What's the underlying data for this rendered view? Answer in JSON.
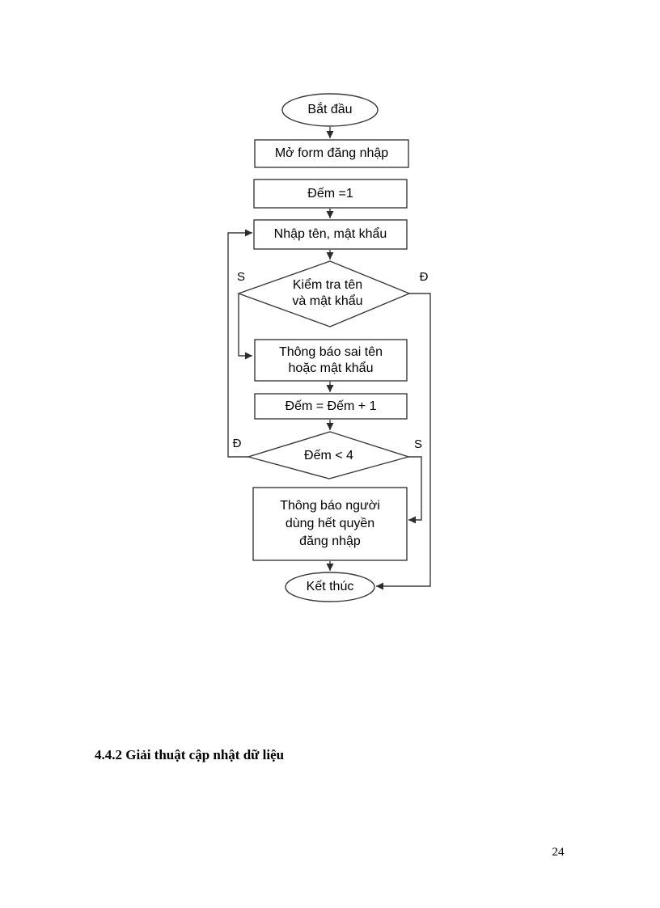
{
  "flowchart": {
    "nodes": {
      "start": {
        "type": "terminator",
        "label": "Bắt đầu"
      },
      "open_form": {
        "type": "process",
        "label": "Mở form đăng nhập"
      },
      "init_count": {
        "type": "process",
        "label": "Đếm =1"
      },
      "input_credentials": {
        "type": "process",
        "label": "Nhập tên, mật khẩu"
      },
      "check_credentials": {
        "type": "decision",
        "label": "Kiểm tra tên\nvà mật khẩu",
        "branch_left": "S",
        "branch_right": "Đ"
      },
      "wrong_notice": {
        "type": "process",
        "label": "Thông báo sai tên\nhoặc mật khẩu"
      },
      "increment": {
        "type": "process",
        "label": "Đếm = Đếm + 1"
      },
      "check_count": {
        "type": "decision",
        "label": "Đếm < 4",
        "branch_left": "Đ",
        "branch_right": "S"
      },
      "out_of_attempts": {
        "type": "process",
        "label": "Thông báo người\ndùng hết quyền\nđăng nhập"
      },
      "end": {
        "type": "terminator",
        "label": "Kết thúc"
      }
    },
    "colors": {
      "stroke": "#3a3a3a",
      "shape_fill": "#ffffff",
      "text": "#000000"
    }
  },
  "section_heading": "4.4.2 Giải thuật cập nhật dữ liệu",
  "page_number": "24"
}
